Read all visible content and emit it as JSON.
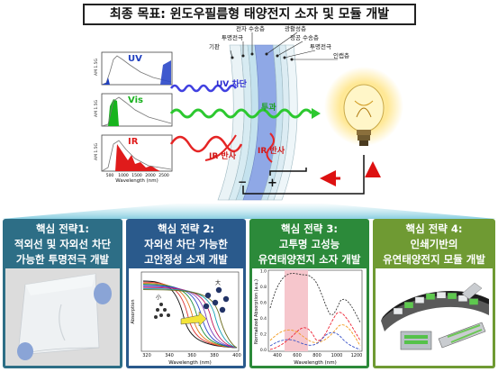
{
  "title": "최종 목표: 윈도우필름형 태양전지 소자 및 모듈 개발",
  "layers": [
    "기판",
    "투명전극",
    "전자 수송층",
    "광활성층",
    "정공 수송층",
    "투명전극",
    "인캡층"
  ],
  "spectra": [
    {
      "label": "UV",
      "sub": "AM 1.5G",
      "color": "#1f3fbf"
    },
    {
      "label": "Vis",
      "sub": "AM 1.5G",
      "color": "#19b11e"
    },
    {
      "label": "IR",
      "sub": "AM 1.5G",
      "color": "#e01b1b"
    }
  ],
  "spectrum_ticks": [
    "500",
    "1000",
    "1500",
    "2000",
    "2500"
  ],
  "spectrum_xlabel": "Wavelength (nm)",
  "beam_labels": {
    "uv": "UV 차단",
    "vis": "투과",
    "ir1": "IR 반사",
    "ir2": "IR 반사"
  },
  "electrodes": {
    "minus": "−",
    "plus": "+"
  },
  "panels": [
    {
      "title": "핵심 전략1:",
      "lines": [
        "적외선 및 자외선 차단",
        "가능한 투명전극 개발"
      ],
      "color": "#2d6e86"
    },
    {
      "title": "핵심 전략 2:",
      "lines": [
        "자외선 차단 가능한",
        "고안정성 소재 개발"
      ],
      "color": "#2a5a8c"
    },
    {
      "title": "핵심 전략 3:",
      "lines": [
        "고투명 고성능",
        "유연태양전지 소자 개발"
      ],
      "color": "#2c8a3a"
    },
    {
      "title": "핵심 전략 4:",
      "lines": [
        "인쇄기반의",
        "유연태양전지 모듈 개발"
      ],
      "color": "#6f9a33"
    }
  ],
  "chart2": {
    "ylabel": "Absorption",
    "xlabel": "Wavelength (nm)",
    "xticks": [
      "320",
      "340",
      "360",
      "380",
      "400"
    ],
    "small": "小",
    "big": "大"
  },
  "chart3": {
    "ylabel": "Normalized Absorption (a.u.)",
    "xlabel": "Wavelength (nm)",
    "xticks": [
      "400",
      "600",
      "800",
      "1000",
      "1200"
    ],
    "yticks": [
      "0.0",
      "0.2",
      "0.4",
      "0.6",
      "0.8",
      "1.0"
    ]
  },
  "colors": {
    "uv": "#3b3bd6",
    "vis": "#27c42b",
    "ir": "#e52020",
    "arrow": "#d11"
  }
}
